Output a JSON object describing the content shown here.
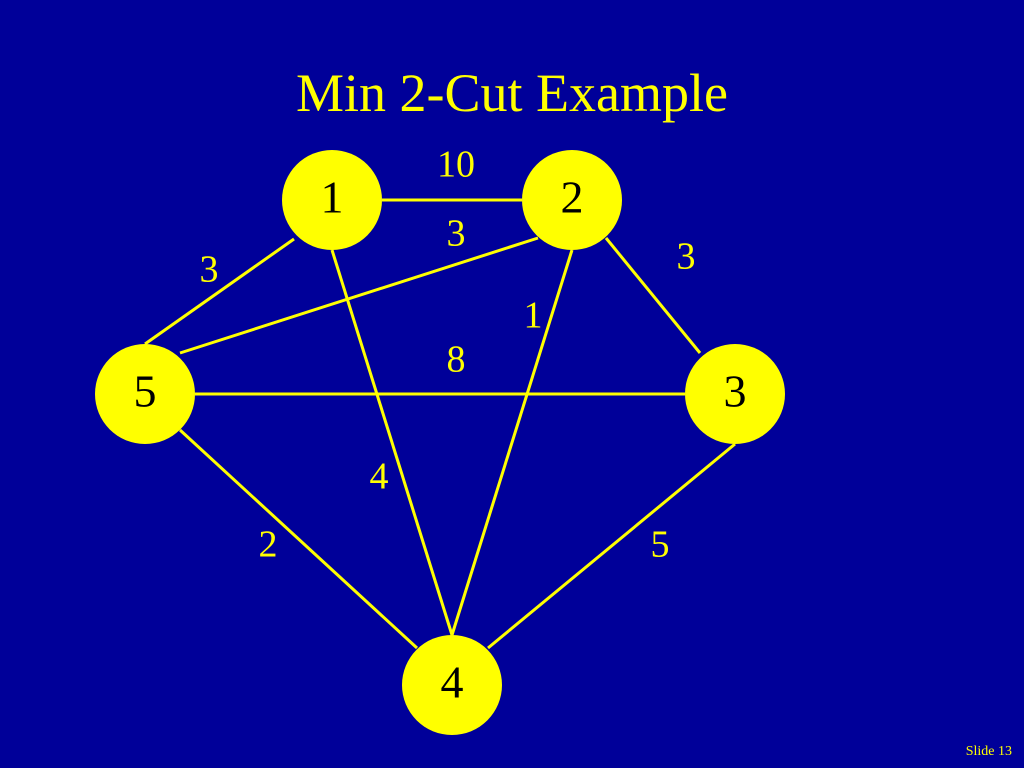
{
  "slide": {
    "title": "Min 2-Cut Example",
    "footer": "Slide 13",
    "colors": {
      "background": "#000099",
      "accent": "#ffff00",
      "node_text": "#000000"
    }
  },
  "graph": {
    "nodes": [
      {
        "id": "1",
        "label": "1"
      },
      {
        "id": "2",
        "label": "2"
      },
      {
        "id": "3",
        "label": "3"
      },
      {
        "id": "4",
        "label": "4"
      },
      {
        "id": "5",
        "label": "5"
      }
    ],
    "edges": [
      {
        "from": "1",
        "to": "2",
        "weight": "10"
      },
      {
        "from": "5",
        "to": "2",
        "weight": "3"
      },
      {
        "from": "1",
        "to": "5",
        "weight": "3"
      },
      {
        "from": "2",
        "to": "3",
        "weight": "3"
      },
      {
        "from": "2",
        "to": "4",
        "weight": "1"
      },
      {
        "from": "5",
        "to": "3",
        "weight": "8"
      },
      {
        "from": "1",
        "to": "4",
        "weight": "4"
      },
      {
        "from": "5",
        "to": "4",
        "weight": "2"
      },
      {
        "from": "3",
        "to": "4",
        "weight": "5"
      }
    ]
  }
}
